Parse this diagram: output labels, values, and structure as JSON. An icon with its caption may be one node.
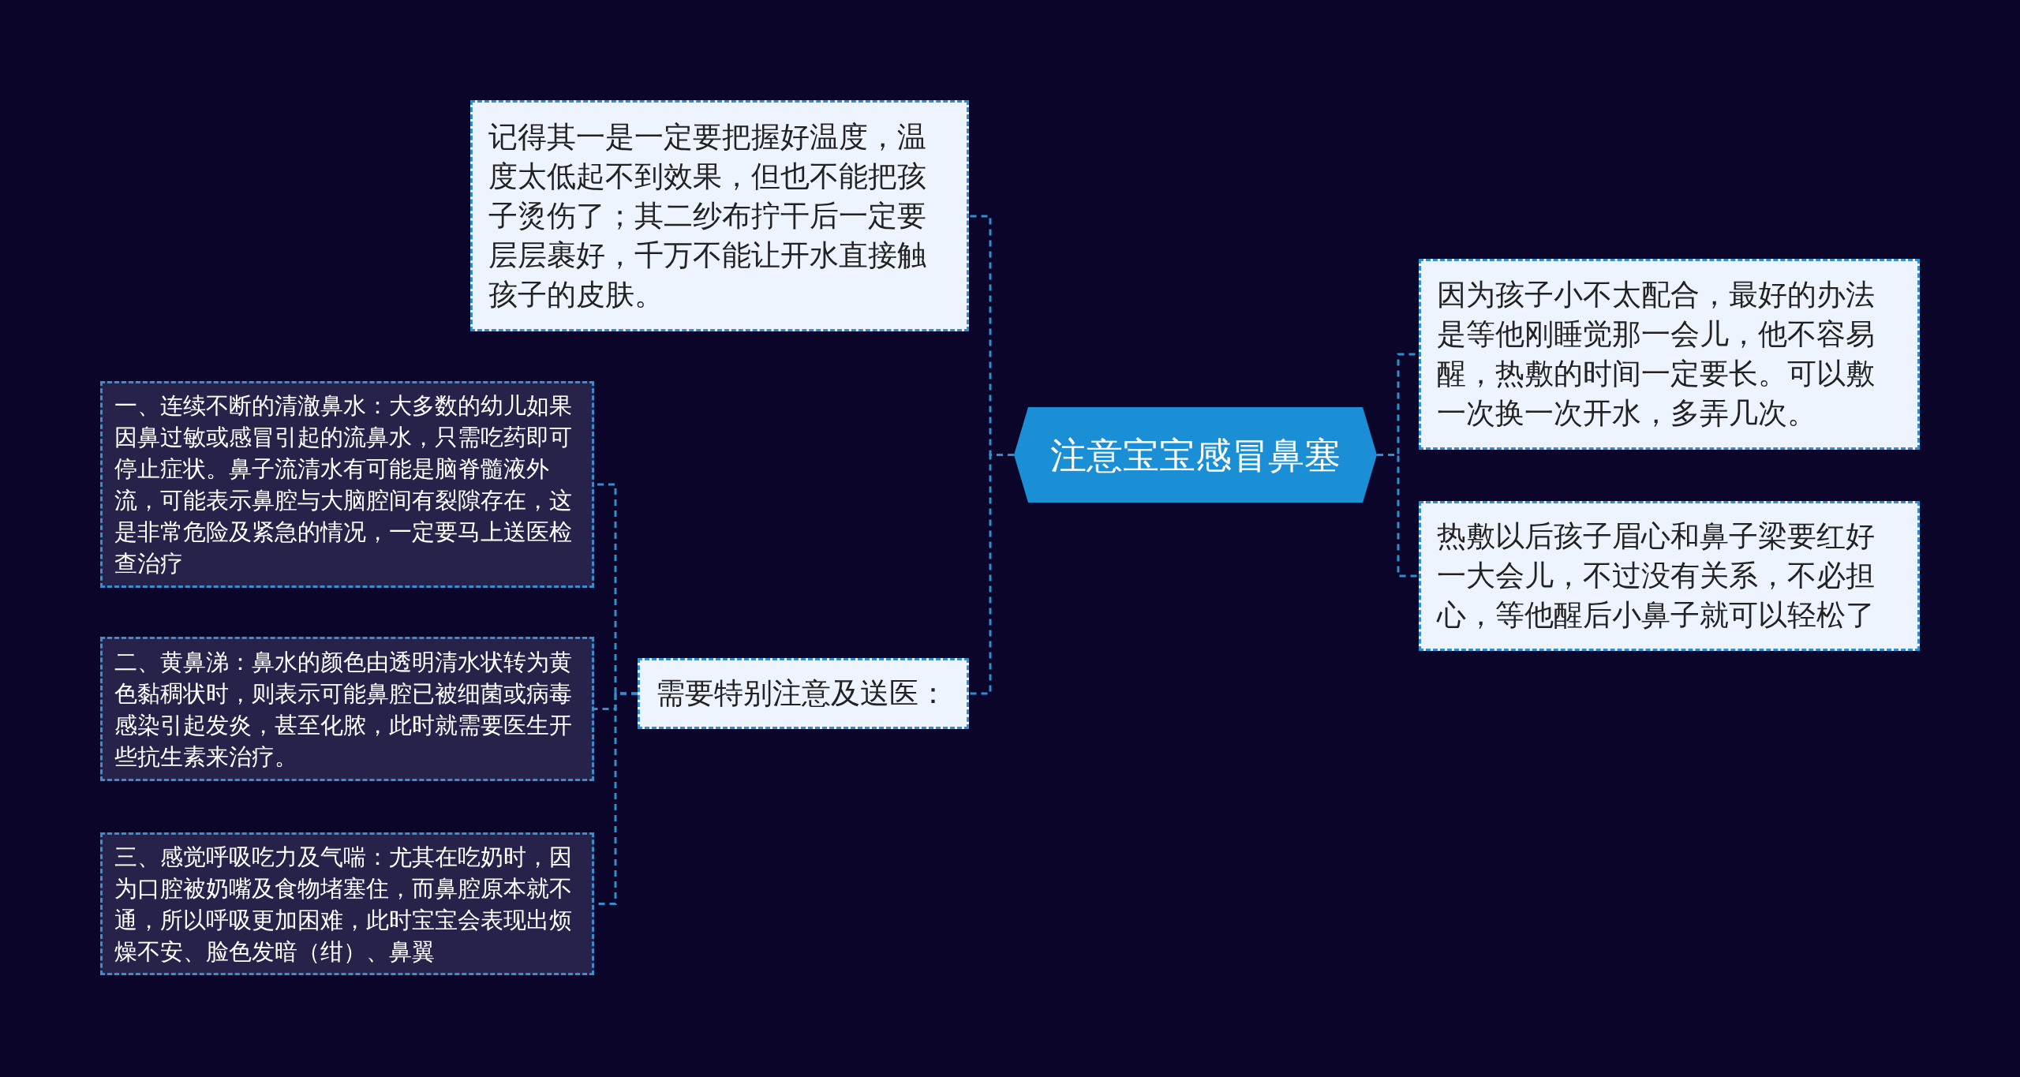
{
  "diagram": {
    "nodes": [
      {
        "text": [
          "注意宝宝感冒鼻塞"
        ]
      },
      {
        "text": [
          "记得其一是一定要把握好温度，温度太低起不到效果，但也不能把孩子烫伤了；其二纱布拧干后一定要层层裹好，千万不能让开水直接触孩子的皮肤。"
        ]
      },
      {
        "text": [
          "需要特别注意及送医："
        ]
      },
      {
        "text": [
          "一、连续不断的清澈鼻水：大多数的幼儿如果因鼻过敏或感冒引起的流鼻水，只需吃药即可停止症状。鼻子流清水有可能是脑脊髓液外流，可能表示鼻腔与大脑腔间有裂隙存在，这是非常危险及紧急的情况，一定要马上送医检查治疗"
        ]
      },
      {
        "text": [
          "二、黄鼻涕：鼻水的颜色由透明清水状转为黄色黏稠状时，则表示可能鼻腔已被细菌或病毒感染引起发炎，甚至化脓，此时就需要医生开些抗生素来治疗。"
        ]
      },
      {
        "text": [
          "三、感觉呼吸吃力及气喘：尤其在吃奶时，因为口腔被奶嘴及食物堵塞住，而鼻腔原本就不通，所以呼吸更加困难，此时宝宝会表现出烦燥不安、脸色发暗（绀）、鼻翼"
        ]
      },
      {
        "text": [
          "因为孩子小不太配合，最好的办法是等他刚睡觉那一会儿，他不容易醒，热敷的时间一定要长。可以敷一次换一次开水，多弄几次。"
        ]
      },
      {
        "text": [
          "热敷以后孩子眉心和鼻子梁要红好一大会儿，不过没有关系，不必担心，等他醒后小鼻子就可以轻松了"
        ]
      }
    ],
    "edges": [
      {
        "from": 0,
        "to": 1,
        "arrow": "none"
      },
      {
        "from": 0,
        "to": 2,
        "arrow": "none"
      },
      {
        "from": 2,
        "to": 3,
        "arrow": "none"
      },
      {
        "from": 2,
        "to": 4,
        "arrow": "none"
      },
      {
        "from": 2,
        "to": 5,
        "arrow": "none"
      },
      {
        "from": 0,
        "to": 6,
        "arrow": "none"
      },
      {
        "from": 0,
        "to": 7,
        "arrow": "none"
      }
    ]
  }
}
